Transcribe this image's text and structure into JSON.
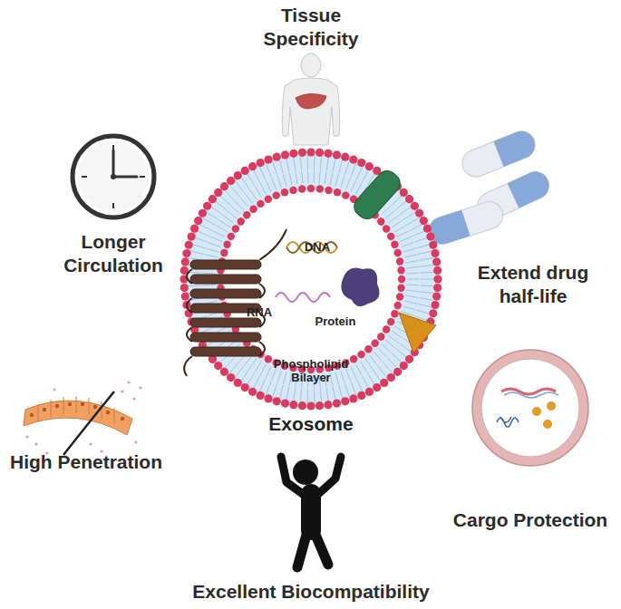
{
  "diagram": {
    "nodes": [
      {
        "text": [
          "DNA",
          "RNA",
          "Protein",
          "Phospholipid Bilayer",
          "Exosome"
        ]
      }
    ],
    "labels": [
      "Tissue Specificity",
      "Longer Circulation",
      "Extend drug half-life",
      "High Penetration",
      "Cargo Protection",
      "Excellent Biocompatibility"
    ]
  }
}
